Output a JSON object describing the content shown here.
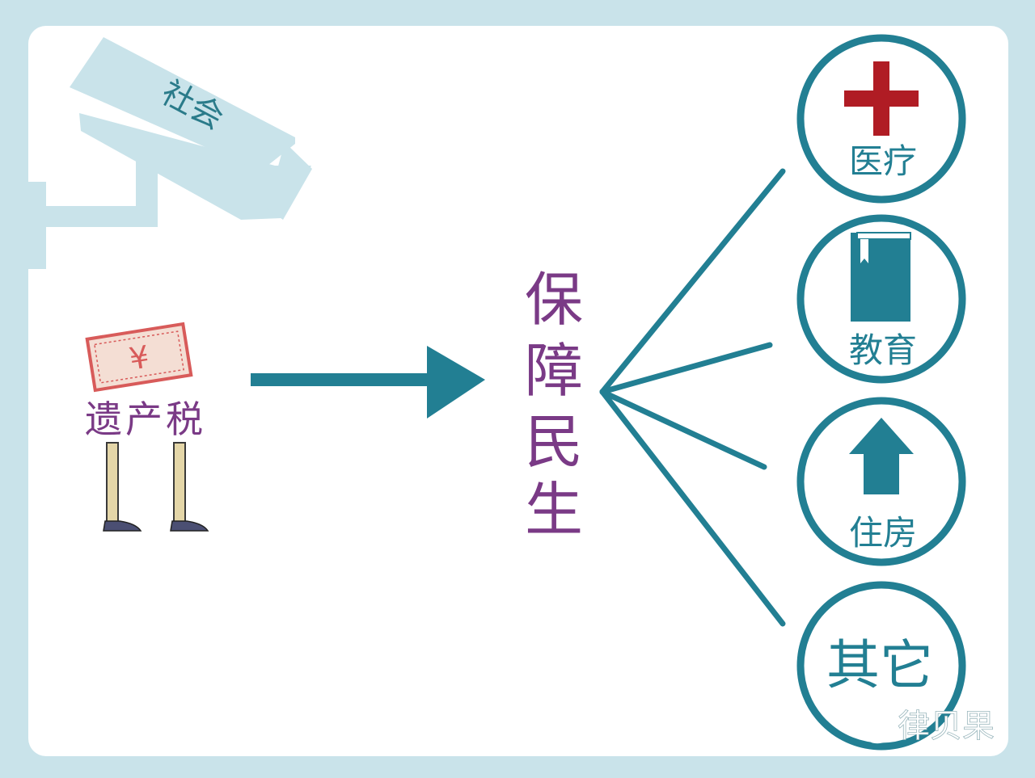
{
  "colors": {
    "frame": "#c9e3ea",
    "card": "#ffffff",
    "camera": "#c9e3ea",
    "camera_text": "#2a7b8a",
    "teal": "#227f93",
    "purple": "#7a3a86",
    "red_cross": "#b01c24",
    "bill_fill": "#f4ded4",
    "bill_border": "#d85b5a",
    "bill_yen": "#d85b5a",
    "legs": "#e4d6a8",
    "shoes": "#4b4f73",
    "watermark": "#ffffff"
  },
  "camera": {
    "label": "社会",
    "icon": "security-camera-icon"
  },
  "source": {
    "label": "遗产税",
    "bill_symbol": "¥",
    "icon": "money-bill-icon"
  },
  "center": {
    "chars": [
      "保",
      "障",
      "民",
      "生"
    ]
  },
  "categories": [
    {
      "label": "医疗",
      "icon": "red-cross-icon"
    },
    {
      "label": "教育",
      "icon": "book-icon"
    },
    {
      "label": "住房",
      "icon": "house-arrow-icon"
    },
    {
      "label": "其它",
      "icon": ""
    }
  ],
  "watermark": {
    "text": "律贝果",
    "icon": "wechat-icon"
  }
}
